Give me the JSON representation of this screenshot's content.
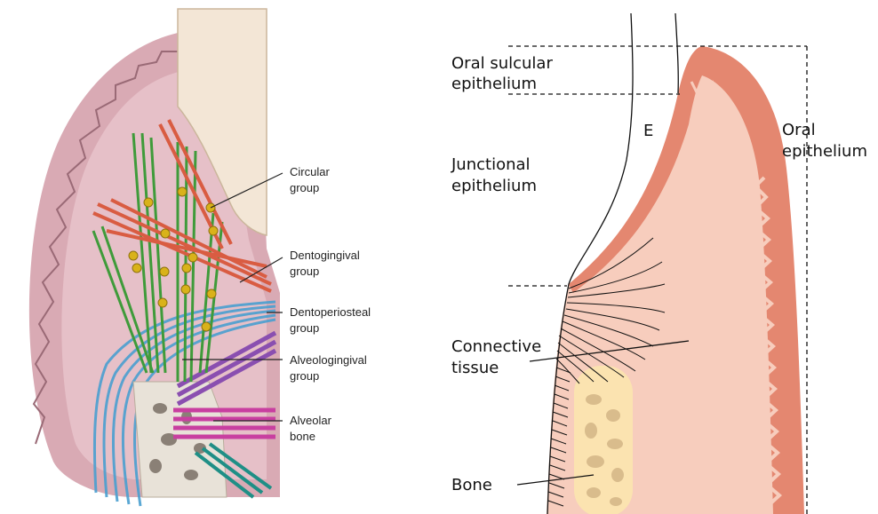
{
  "left_panel": {
    "labels": {
      "circular": [
        "Circular",
        "group"
      ],
      "dentogingival": [
        "Dentogingival",
        "group"
      ],
      "dentoperiosteal": [
        "Dentoperiosteal",
        "group"
      ],
      "alveologingival": [
        "Alveologingival",
        "group"
      ],
      "alveolar_bone": [
        "Alveolar",
        "bone"
      ]
    },
    "colors": {
      "gingiva_outer": "#d9aab4",
      "gingiva_inner": "#e6c0c8",
      "tooth": "#f3e6d6",
      "green_fibers": "#3f9b3a",
      "red_fibers": "#d95c42",
      "blue_fibers": "#4a9fd0",
      "purple_fibers": "#8a4fb0",
      "magenta_fibers": "#c83fa0",
      "teal_fibers": "#1f8f86",
      "bone": "#e8e2d8",
      "dots": "#d9b21a"
    }
  },
  "right_panel": {
    "labels": {
      "oral_sulcular": [
        "Oral sulcular",
        "epithelium"
      ],
      "junctional": [
        "Junctional",
        "epithelium"
      ],
      "connective": [
        "Connective",
        "tissue"
      ],
      "bone": [
        "Bone"
      ],
      "oral_epithelium": [
        "Oral",
        "epithelium"
      ],
      "enamel_marker": "E"
    },
    "colors": {
      "epithelium": "#e48770",
      "connective_tissue": "#f7cdbd",
      "bone_fill": "#fbe3b0",
      "bone_trabeculae": "#d9bc8c"
    }
  }
}
